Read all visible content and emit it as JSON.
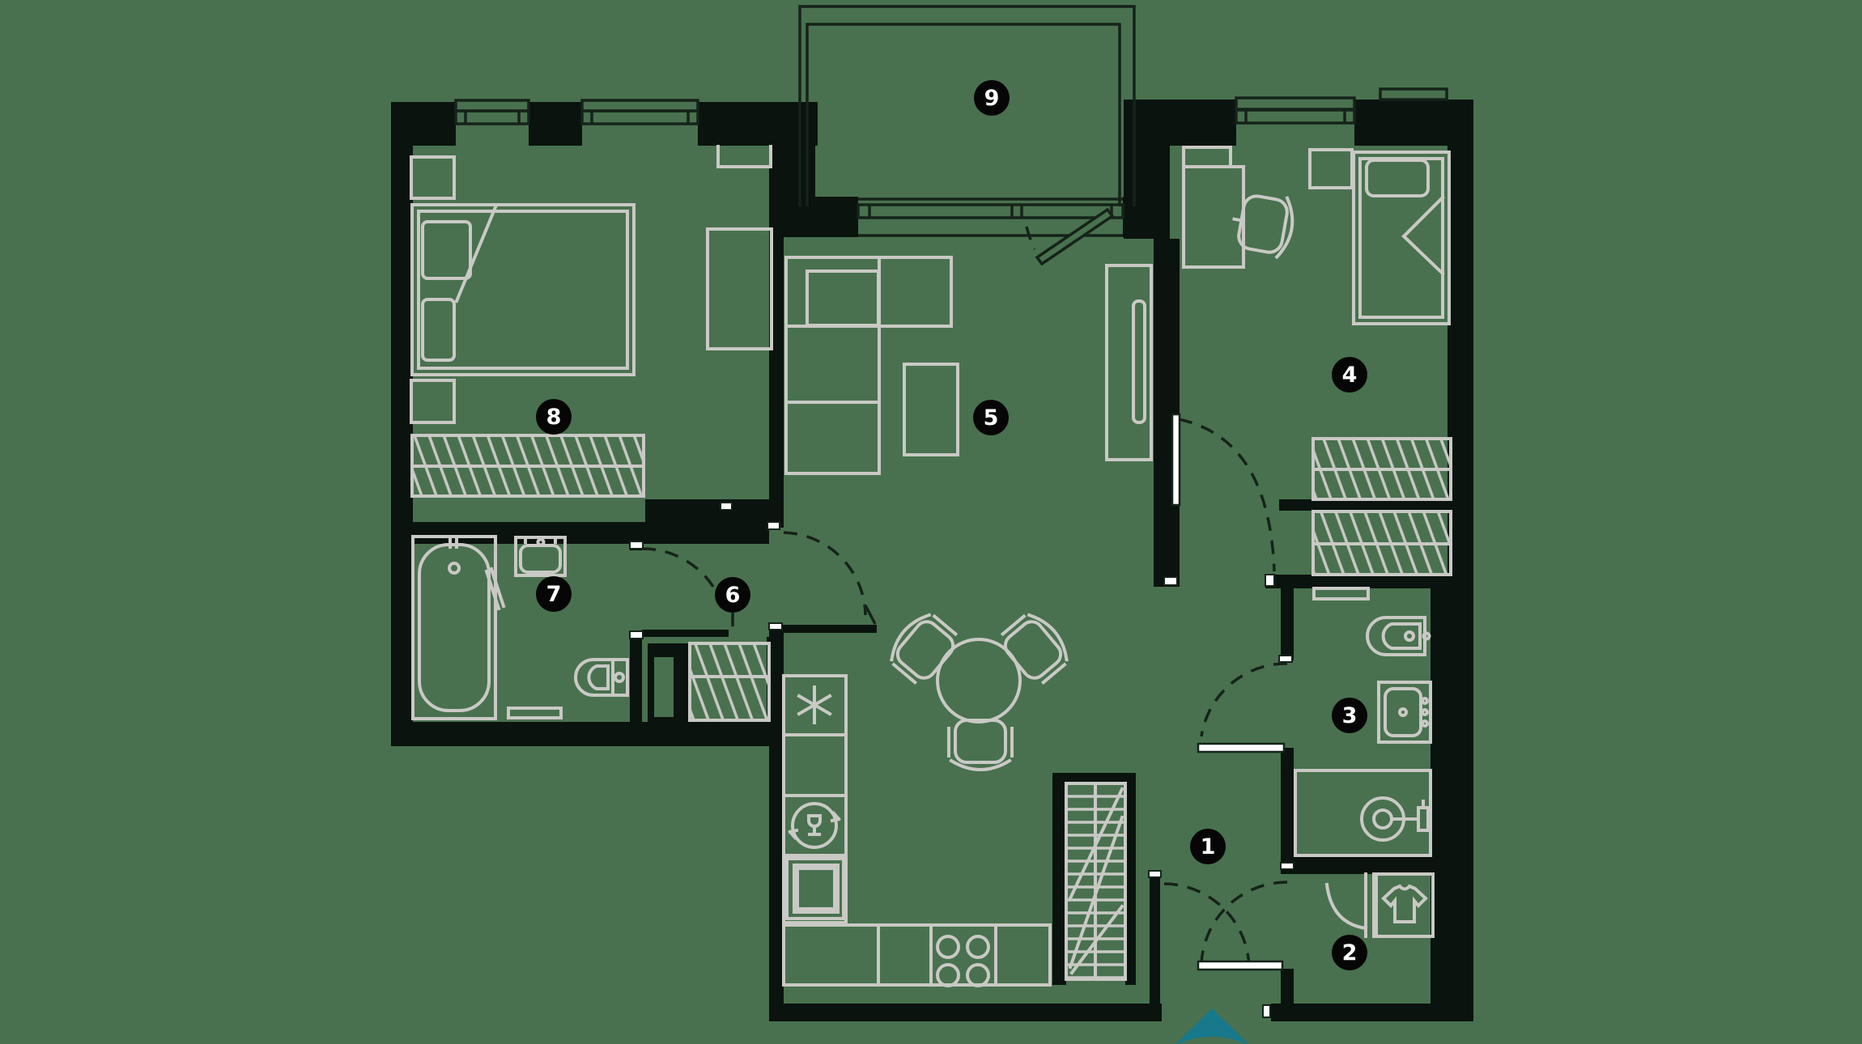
{
  "plan": {
    "type": "apartment-floor-plan",
    "badges": [
      {
        "number": "1"
      },
      {
        "number": "2"
      },
      {
        "number": "3"
      },
      {
        "number": "4"
      },
      {
        "number": "5"
      },
      {
        "number": "6"
      },
      {
        "number": "7"
      },
      {
        "number": "8"
      },
      {
        "number": "9"
      }
    ],
    "fixture_icons": [
      "double-bed",
      "single-bed",
      "wardrobe-hanger-rail",
      "shelf-closet",
      "bathtub",
      "shower-screen",
      "washbasin",
      "toilet",
      "shower-tray",
      "kitchen-sink",
      "oven",
      "stove-burners",
      "fridge-snowflake",
      "dishwasher",
      "dining-table",
      "dining-chair",
      "corner-sofa",
      "coffee-table",
      "tv-panel",
      "desk",
      "desk-chair",
      "t-shirt",
      "door-swing-arc",
      "window",
      "balcony-railing",
      "entrance-arrow"
    ],
    "colors": {
      "background": "#49714F",
      "wall": "#0A130E",
      "furniture_line": "#C9C9C5",
      "thin_line": "#15231A",
      "badge_bg": "#060606",
      "badge_text": "#FFFFFF",
      "entrance_arrow": "#17798B",
      "door_leaf": "#FFFFFF"
    }
  }
}
